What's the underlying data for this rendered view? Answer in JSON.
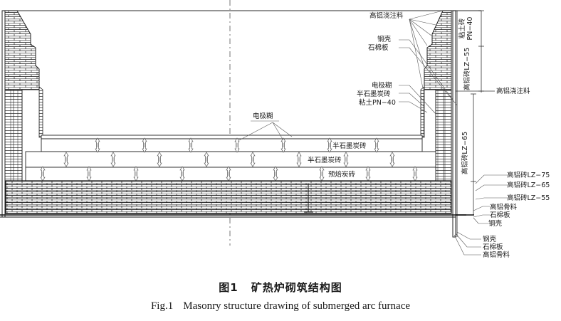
{
  "figure": {
    "caption_cn": {
      "number": "图1",
      "title": "矿热炉砌筑结构图"
    },
    "caption_en": {
      "number": "Fig.1",
      "title": "Masonry structure drawing of submerged arc furnace"
    }
  },
  "diagram": {
    "type": "cross-section drawing",
    "colors": {
      "line": "#1a1a1a",
      "background": "#ffffff",
      "leader": "#555555"
    },
    "right_callouts_upper": {
      "castable": "高铝浇注料",
      "steel_shell": "钢壳",
      "asbestos_board": "石棉板",
      "electrode_paste": "电极糊",
      "semi_graphite_brick": "半石墨炭砖",
      "clay_pn40": "粘土PN−40"
    },
    "dimension_labels": {
      "clay_brick_pn40_line1": "粘土砖",
      "clay_brick_pn40_line2": "PN−40",
      "high_alumina_lz55": "高铝砖LZ−55",
      "castable_right": "高铝浇注料",
      "high_alumina_lz65": "高铝砖LZ−65"
    },
    "inner_labels": {
      "electrode_paste": "电极糊",
      "semi_graphite_upper": "半石墨炭砖",
      "semi_graphite_lower": "半石墨炭砖",
      "prebaked_carbon": "预焙炭砖"
    },
    "right_callouts_lower": {
      "lz75": "高铝砖LZ−75",
      "lz65": "高铝砖LZ−65",
      "lz55": "高铝砖LZ−55",
      "aggregate": "高铝骨料",
      "asbestos": "石棉板",
      "shell": "钢壳"
    },
    "bottom_callouts": {
      "shell": "钢壳",
      "asbestos": "石棉板",
      "aggregate": "高铝骨料"
    }
  }
}
